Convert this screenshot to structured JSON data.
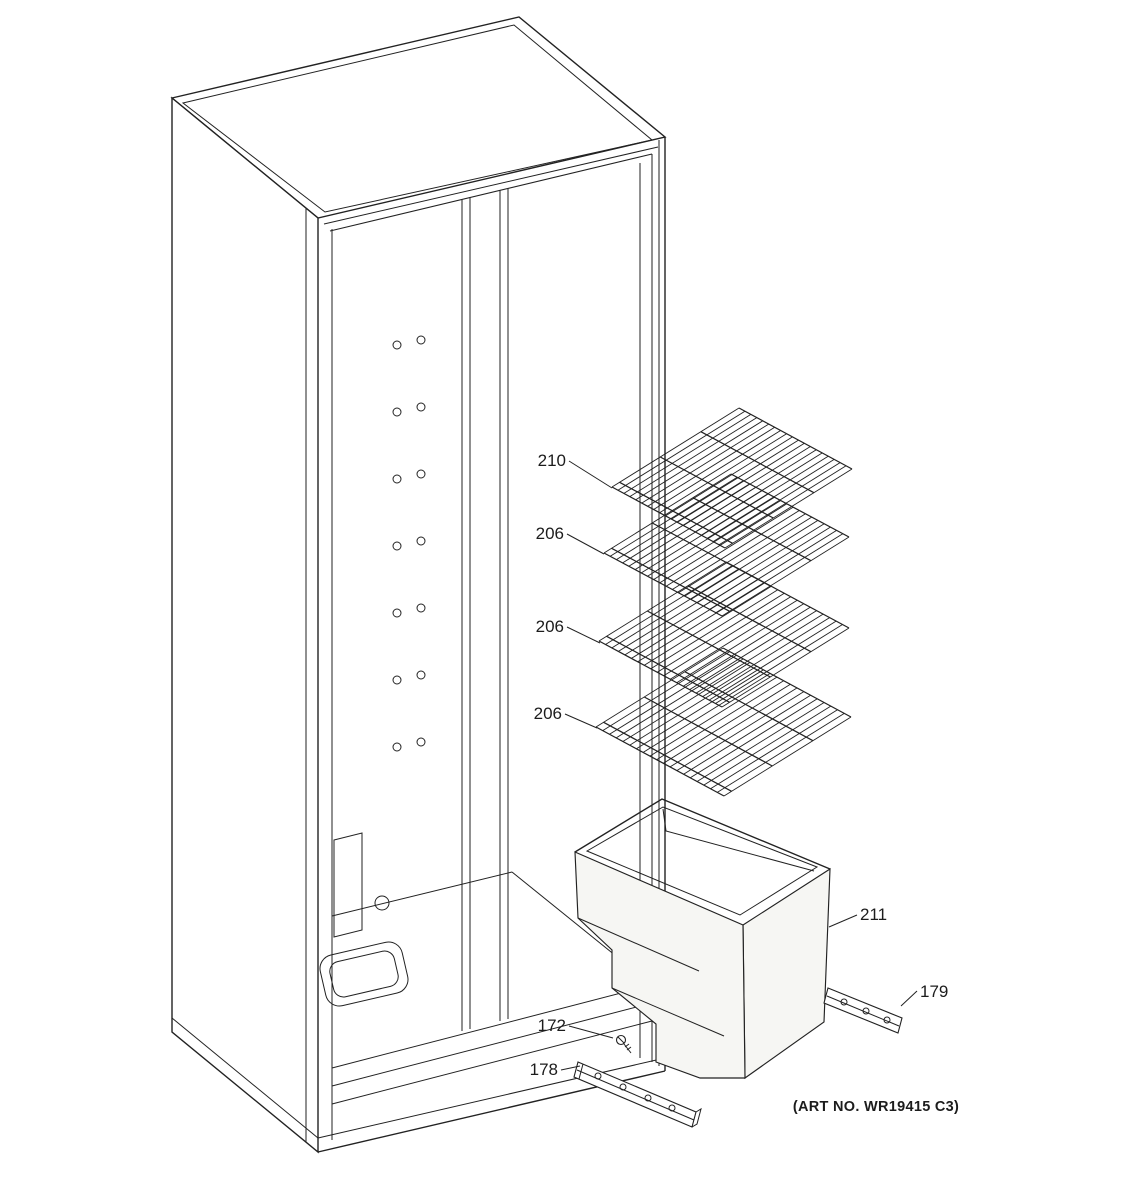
{
  "figure": {
    "art_no": "(ART NO. WR19415 C3)",
    "callouts": {
      "shelf_top": "210",
      "shelf_2": "206",
      "shelf_3": "206",
      "shelf_4": "206",
      "ice_bucket": "211",
      "bracket_right": "179",
      "screw": "172",
      "bottom_rail": "178"
    },
    "colors": {
      "line": "#222222",
      "background": "#ffffff"
    }
  }
}
